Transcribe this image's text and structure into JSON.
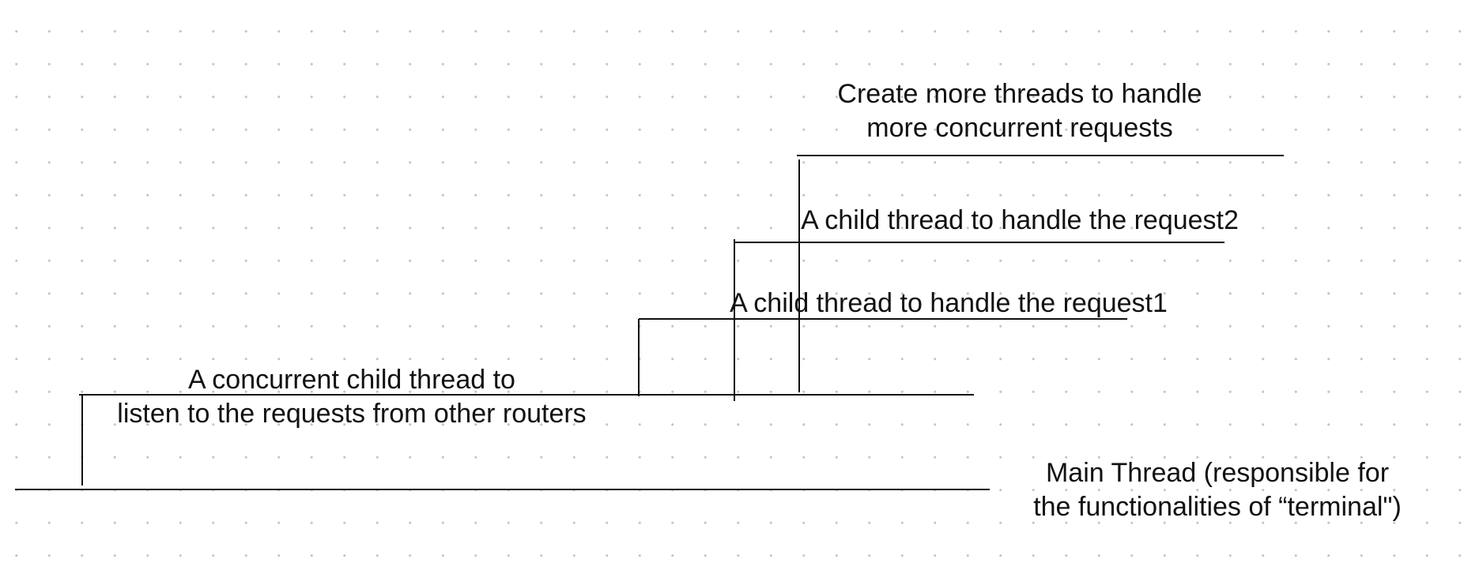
{
  "colors": {
    "line": "#111111",
    "text": "#111111",
    "grid_dot": "#c4c4c4",
    "background": "#ffffff"
  },
  "labels": {
    "more_threads": {
      "line1": "Create more threads to handle",
      "line2": "more concurrent requests"
    },
    "child_request2": "A child thread to handle the request2",
    "child_request1": "A child thread to handle the request1",
    "listener": {
      "line1": "A concurrent child thread to",
      "line2": "listen to the requests from other routers"
    },
    "main_thread": {
      "line1": "Main Thread (responsible for",
      "line2": "the functionalities of “terminal\")"
    }
  }
}
